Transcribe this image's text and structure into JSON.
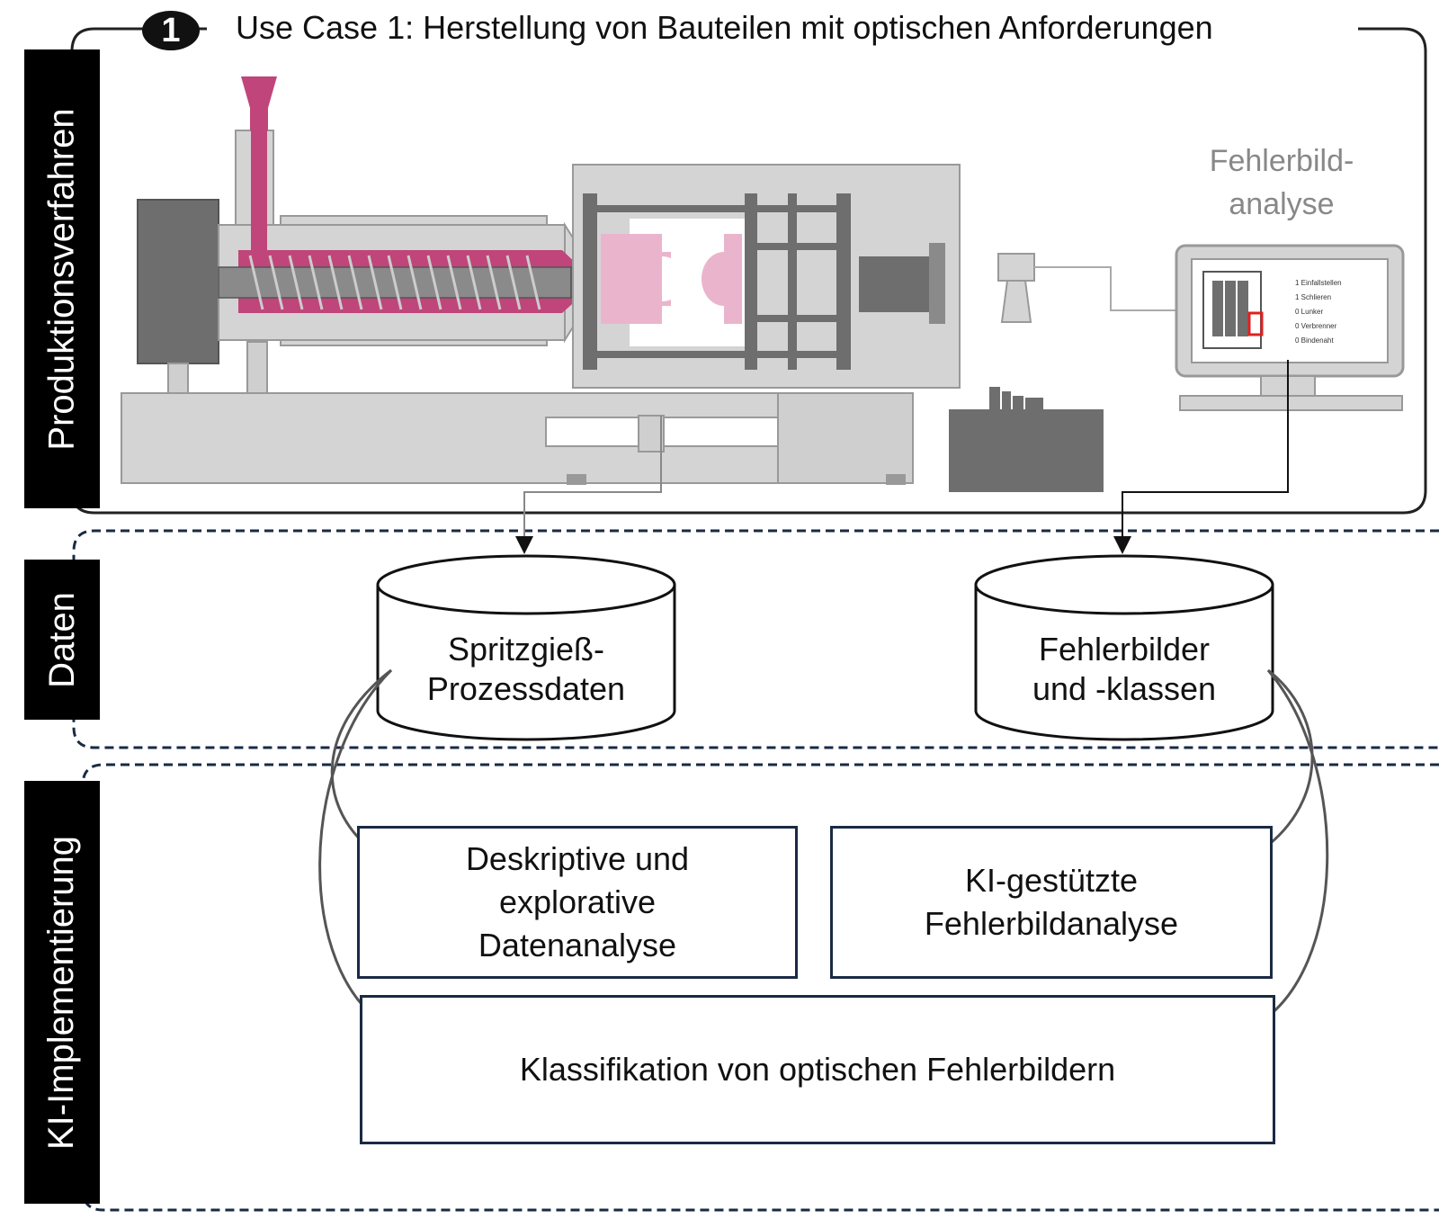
{
  "use_case": {
    "number": "1",
    "title": "Use Case 1: Herstellung von Bauteilen mit optischen Anforderungen"
  },
  "side_labels": {
    "production": "Produktionsverfahren",
    "data": "Daten",
    "ai": "KI-Implementierung"
  },
  "camera_label": "Fehlerbild-\nanalyse",
  "monitor_list": [
    "1 Einfallstellen",
    "1 Schlieren",
    "0 Lunker",
    "0 Verbrenner",
    "0 Bindenaht"
  ],
  "databases": {
    "process": "Spritzgieß-\nProzessdaten",
    "defects": "Fehlerbilder\nund -klassen"
  },
  "analysis": {
    "descriptive": "Deskriptive und\nexplorative\nDatenanalyse",
    "ai_defect": "KI-gestützte\nFehlerbildanalyse",
    "classification": "Klassifikation von optischen Fehlerbildern"
  },
  "colors": {
    "magenta": "#c0457a",
    "light_pink": "#eab5cc",
    "machine_gray": "#d4d4d4",
    "dark_gray": "#6e6e6e",
    "navy": "#1a2a44"
  }
}
